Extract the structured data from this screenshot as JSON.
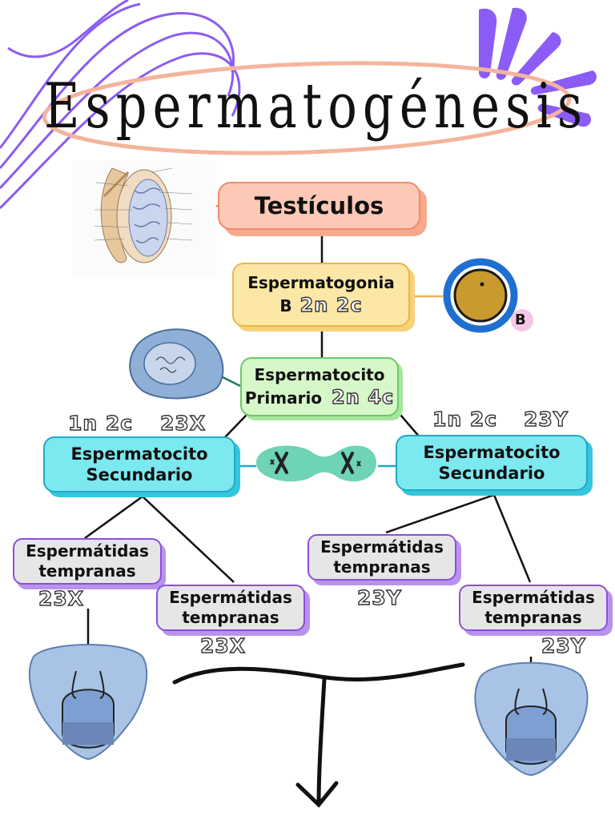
{
  "title": "Espermatogénesis",
  "nodes": {
    "testiculos": "Testículos",
    "espermatogonia": {
      "line1": "Espermatogonia",
      "line2": "B",
      "ploidy": "2n 2c"
    },
    "primario": {
      "line1": "Espermatocito",
      "line2": "Primario",
      "ploidy": "2n 4c"
    },
    "secundario_left": {
      "line1": "Espermatocito",
      "line2": "Secundario"
    },
    "secundario_right": {
      "line1": "Espermatocito",
      "line2": "Secundario"
    },
    "tempranas_1": {
      "line1": "Espermátidas",
      "line2": "tempranas"
    },
    "tempranas_2": {
      "line1": "Espermátidas",
      "line2": "tempranas"
    },
    "tempranas_3": {
      "line1": "Espermátidas",
      "line2": "tempranas"
    },
    "tempranas_4": {
      "line1": "Espermátidas",
      "line2": "tempranas"
    }
  },
  "annotations": {
    "left_ploidy": "1n 2c",
    "left_chrom": "23X",
    "right_ploidy": "1n 2c",
    "right_chrom": "23Y",
    "t1_chrom": "23X",
    "t2_chrom": "23X",
    "t3_chrom": "23Y",
    "t4_chrom": "23Y",
    "b_badge": "B"
  },
  "colors": {
    "accent_purple": "#8b5cf6",
    "title_ring": "#f4b49c",
    "testiculos": "#fbc9b6",
    "espermatogonia": "#fde7a6",
    "primario": "#d6f8c8",
    "secundario": "#7ce8f0",
    "tempranas": "#e6e6e6"
  }
}
